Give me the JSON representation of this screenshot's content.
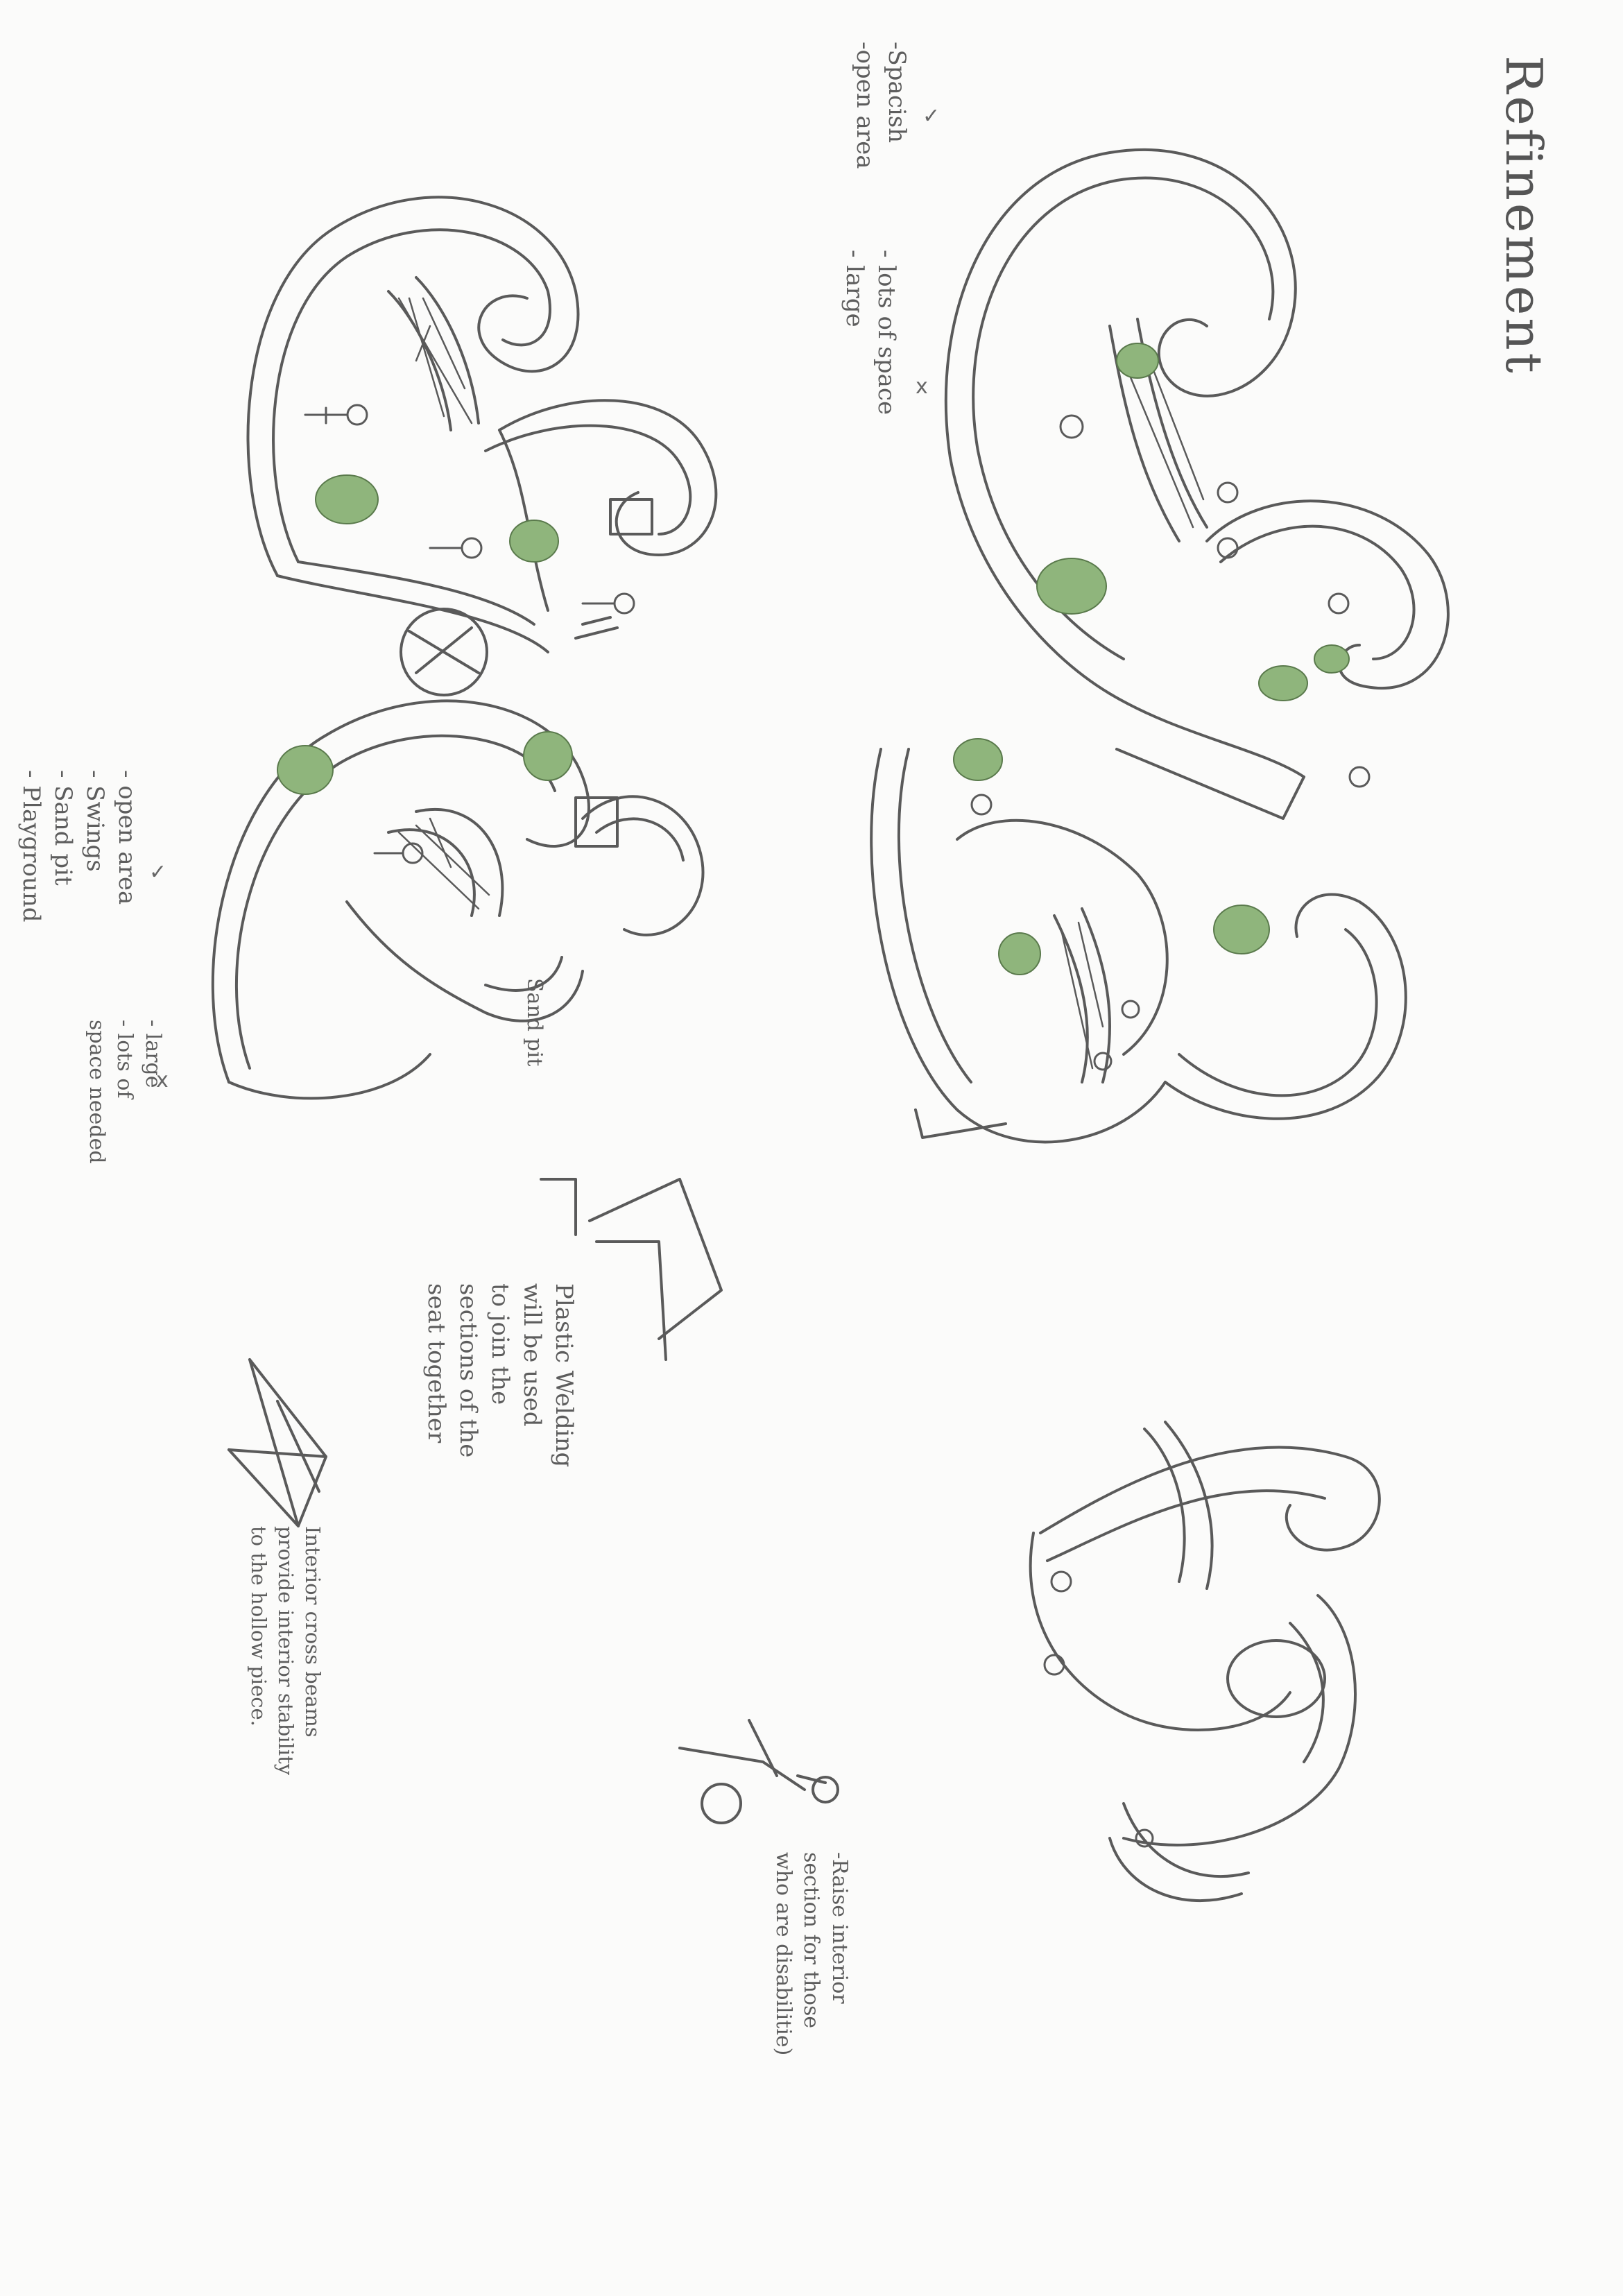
{
  "title": "Refinement",
  "notes": {
    "top_left_pros": [
      "-Spacish",
      "-open area"
    ],
    "top_left_pros_mark": "✓",
    "top_left_cons": [
      "- lots of space",
      "- large"
    ],
    "top_left_cons_mark": "x",
    "bottom_left_pros": [
      "- open area",
      "- Swings",
      "- Sand pit",
      "- Playground"
    ],
    "bottom_left_pros_mark": "✓",
    "bottom_left_cons": [
      "- large",
      "- lots of",
      "space needed"
    ],
    "bottom_left_cons_mark": "x",
    "sand_pit": "Sand pit",
    "plastic_welding": [
      "Plastic Welding",
      "will be used",
      "to join the",
      "sections of the",
      "seat together"
    ],
    "cross_beams": [
      "Interior cross beams",
      "provide interior stability",
      "to the hollow piece."
    ],
    "raise_interior": [
      "-Raise interior",
      "section for those",
      "who are disabilitie)"
    ]
  },
  "colors": {
    "pencil": "#5a5a5a",
    "foliage": "#6f9a5c",
    "paper": "#fbfbfa"
  }
}
